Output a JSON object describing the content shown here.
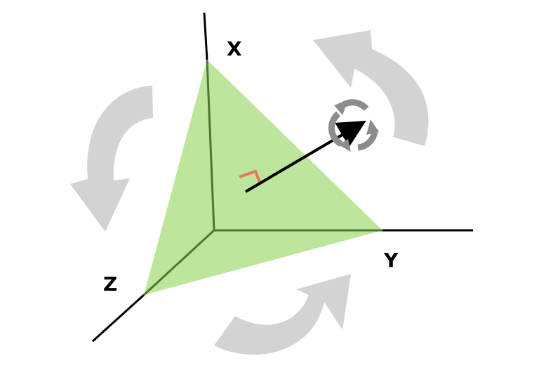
{
  "axes": {
    "x_label": "X",
    "y_label": "Y",
    "z_label": "Z"
  },
  "colors": {
    "plane_fill": "#bde59b",
    "plane_edges": "#4a7a2c",
    "axis_lines": "#000000",
    "rotation_arrows": "#d3d3d3",
    "normal_arrow": "#000000",
    "right_angle_marker": "#e07b5a",
    "spin_icon": "#8c8c8c"
  },
  "icons": {
    "rotation_arrows": "curved-arrow-icon",
    "spin_indicator": "spin-arrows-icon",
    "right_angle": "right-angle-icon"
  }
}
